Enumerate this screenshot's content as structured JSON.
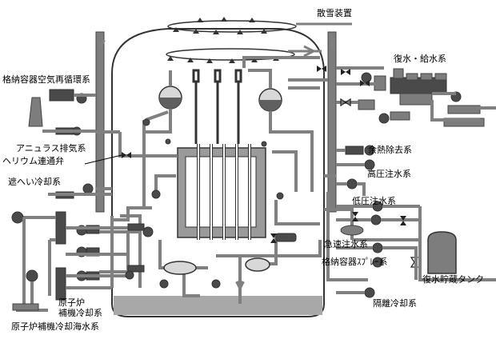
{
  "labels": {
    "sprinkler": "散雪装置",
    "condensate_feed": "復水・給水系",
    "containment_air": "格納容器空気再循環系",
    "annulus_exhaust": "アニュラス排気系",
    "helium_valve": "ヘリウム連通弁",
    "decay_heat": "余熱除去系",
    "hp_injection": "高圧注水系",
    "shield_cooling": "遮へい冷却系",
    "lp_injection": "低圧注水系",
    "rapid_injection": "急速注水系",
    "containment_spray": "格納容器ｽﾌﾟﾚｰ系",
    "condensate_tank": "復水貯蔵タンク",
    "reactor_aux_cooling_1": "原子炉",
    "reactor_aux_cooling_2": "補機冷却系",
    "isolation_cooling": "隔離冷却系",
    "aux_seawater": "原子炉補機冷却海水系"
  },
  "colors": {
    "pipe": "#808080",
    "dark": "#4a4a4a",
    "equipment": "#7d7d7d",
    "vessel": "#d8d8d8"
  }
}
